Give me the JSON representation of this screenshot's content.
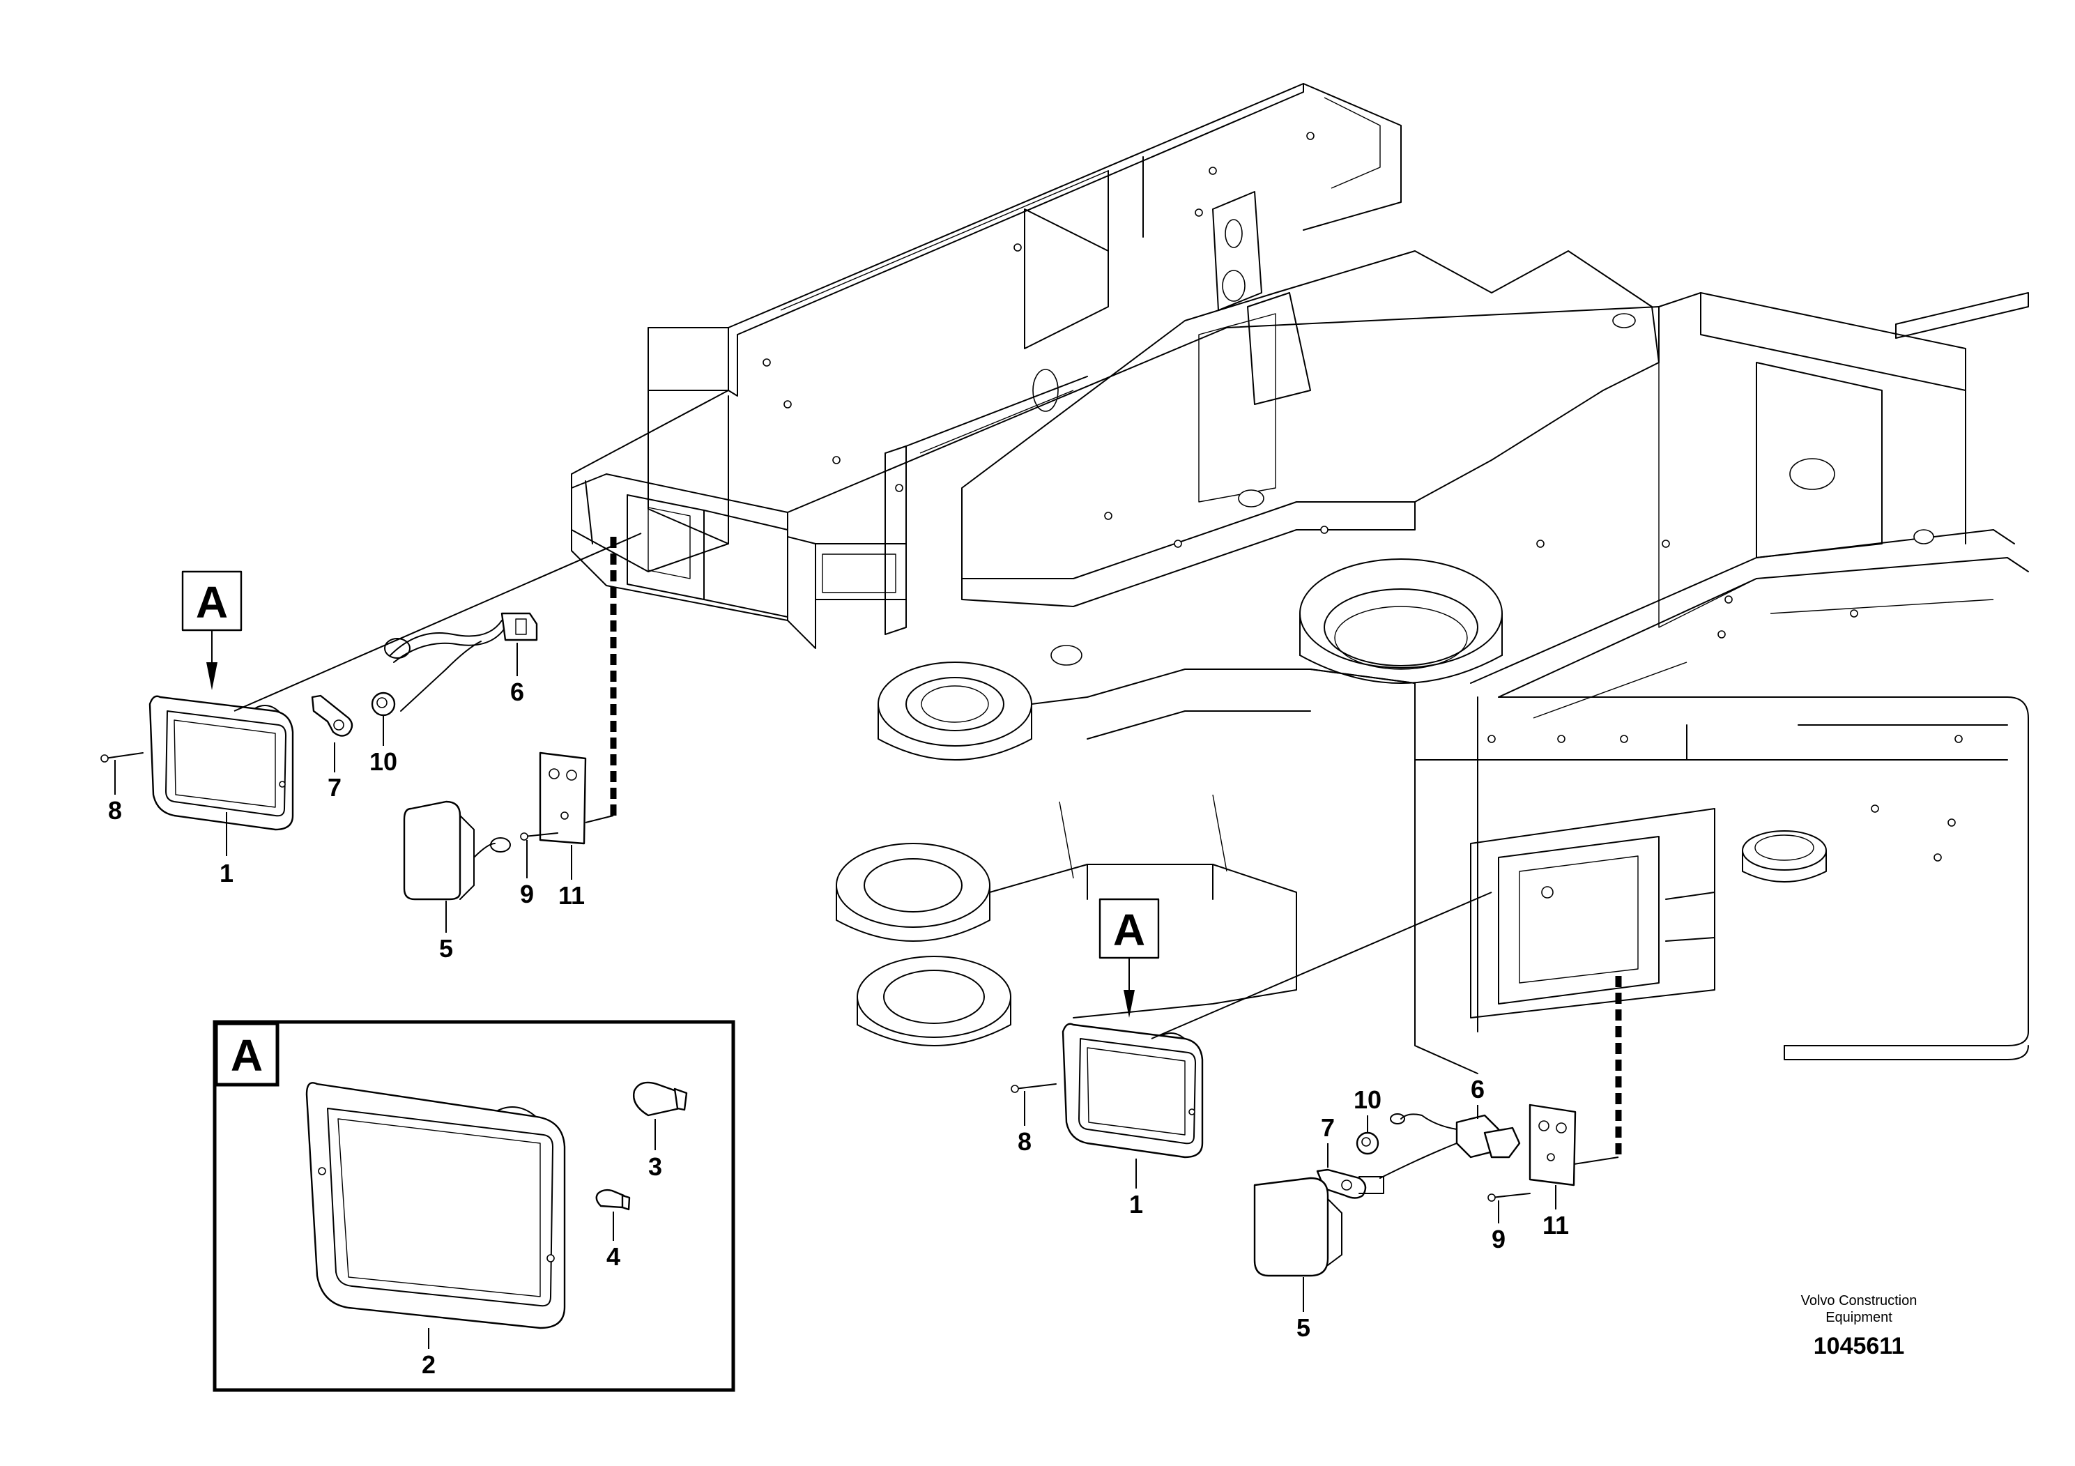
{
  "callout_letter": "A",
  "detail_box": {
    "letter": "A",
    "labels": {
      "lamp": "2",
      "bulb_large": "3",
      "bulb_small": "4"
    }
  },
  "left_assembly": {
    "letter": "A",
    "labels": {
      "work_lamp": "1",
      "guard": "5",
      "harness": "6",
      "bracket": "7",
      "screw_lamp": "8",
      "screw_plate": "9",
      "nut": "10",
      "plate": "11"
    }
  },
  "right_assembly": {
    "letter": "A",
    "labels": {
      "work_lamp": "1",
      "guard": "5",
      "harness": "6",
      "bracket": "7",
      "screw_lamp": "8",
      "screw_plate": "9",
      "nut": "10",
      "plate": "11"
    }
  },
  "footer": {
    "brand_line1": "Volvo Construction",
    "brand_line2": "Equipment",
    "drawing_number": "1045611"
  }
}
